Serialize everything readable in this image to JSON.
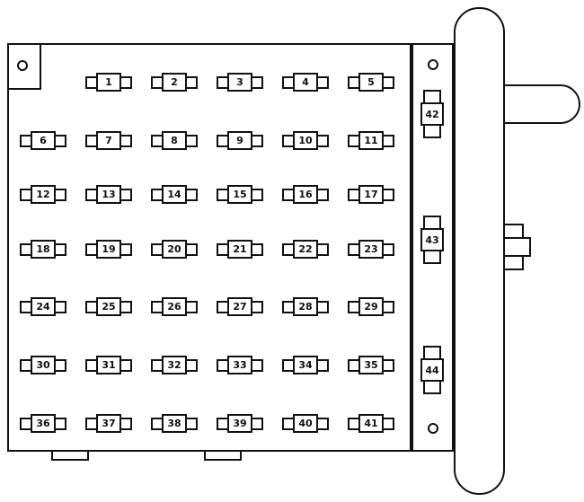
{
  "fuse_rows": [
    [
      1,
      2,
      3,
      4,
      5
    ],
    [
      6,
      7,
      8,
      9,
      10,
      11
    ],
    [
      12,
      13,
      14,
      15,
      16,
      17
    ],
    [
      18,
      19,
      20,
      21,
      22,
      23
    ],
    [
      24,
      25,
      26,
      27,
      28,
      29
    ],
    [
      30,
      31,
      32,
      33,
      34,
      35
    ],
    [
      36,
      37,
      38,
      39,
      40,
      41
    ]
  ],
  "side_fuses": [
    42,
    43,
    44
  ],
  "colors": {
    "line": "#111111",
    "background": "#ffffff"
  }
}
